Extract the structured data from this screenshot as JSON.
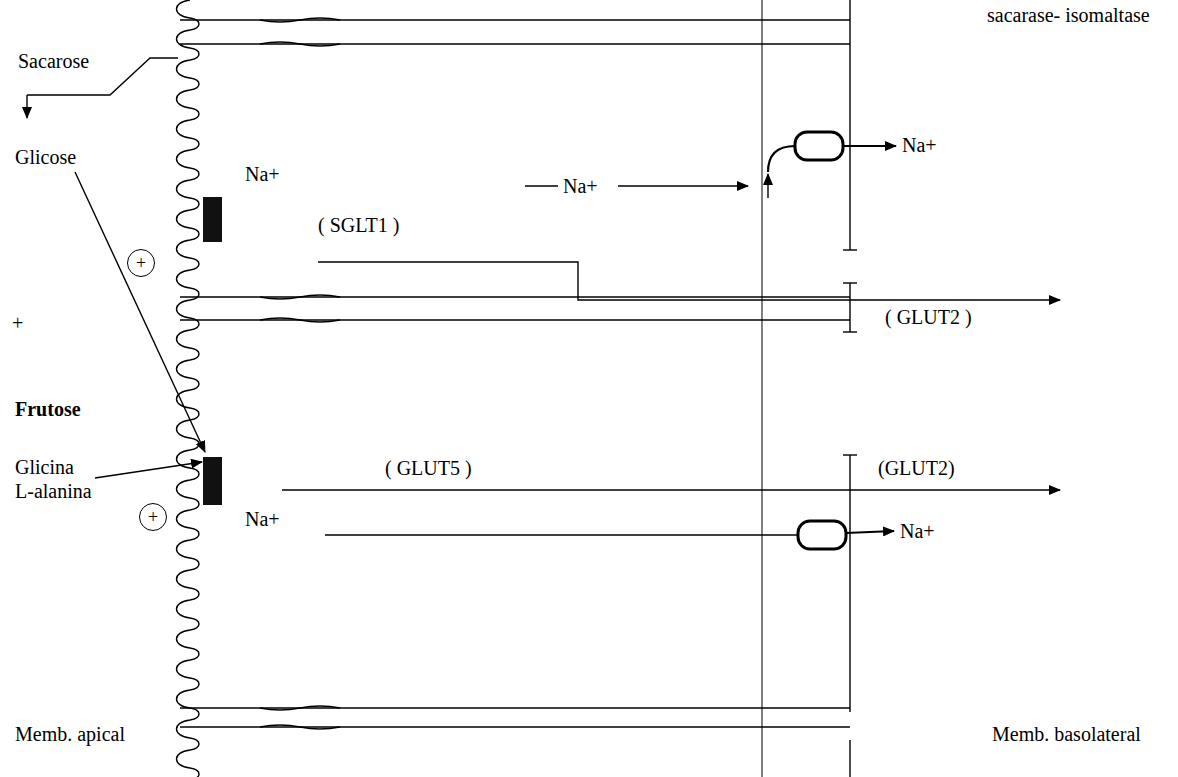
{
  "diagram": {
    "nodes": [
      {
        "text": [
          "+"
        ]
      },
      {
        "text": [
          "+"
        ]
      }
    ],
    "labels": [
      "sacarase- isomaltase",
      "Sacarose",
      "Na+",
      "Na+",
      "Na+",
      "( SGLT1 )",
      "Glicose",
      "( GLUT2 )",
      "+",
      "Frutose",
      "( GLUT5 )",
      "(GLUT2)",
      "Glicina",
      "L-alanina",
      "Na+",
      "Na+",
      "Memb. apical",
      "Memb. basolateral"
    ]
  }
}
